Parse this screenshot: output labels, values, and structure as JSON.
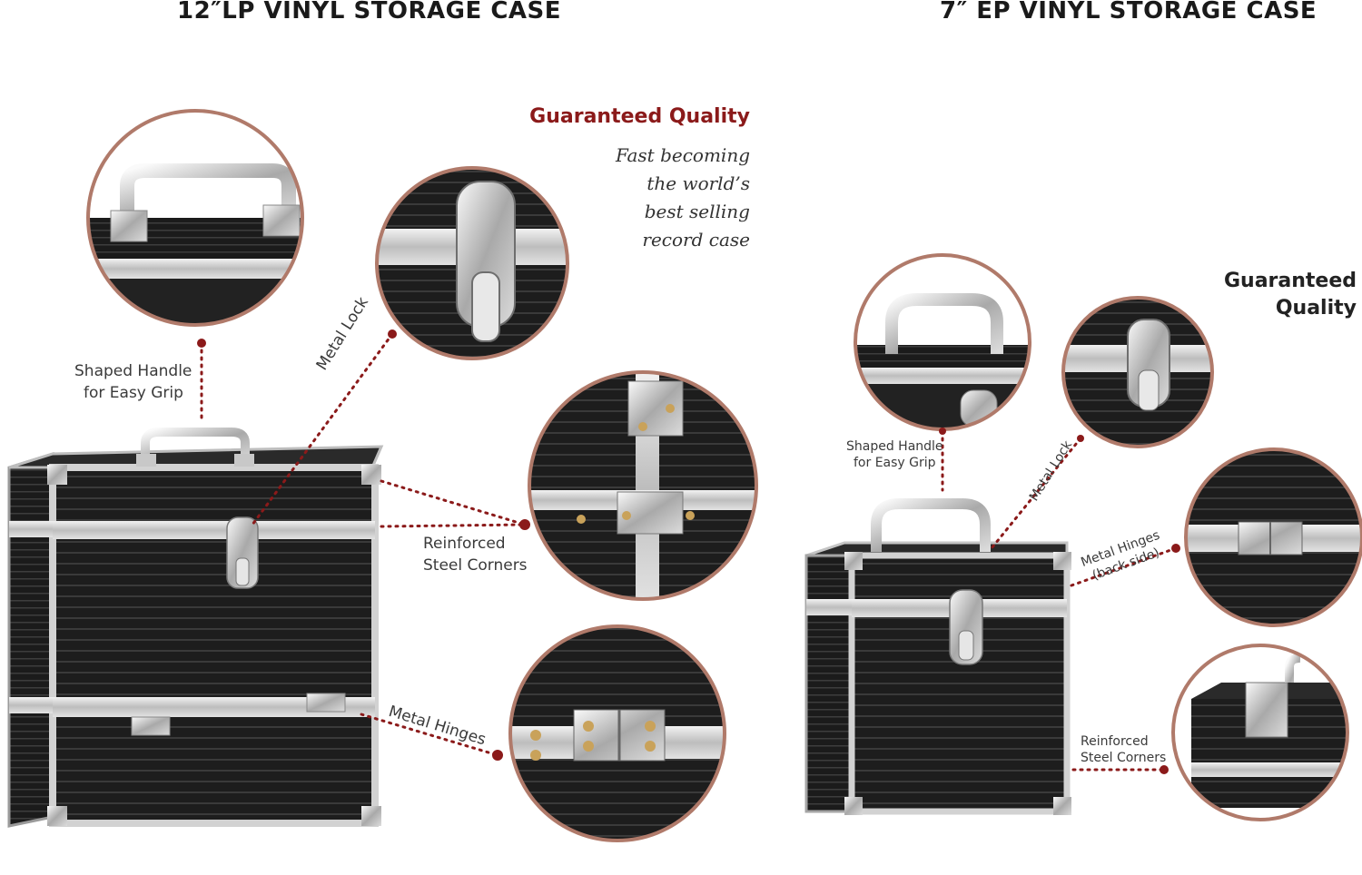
{
  "lp": {
    "title": "12″LP VINYL STORAGE CASE",
    "quality_heading": "Guaranteed Quality",
    "tagline": [
      "Fast becoming",
      "the world’s",
      "best selling",
      "record case"
    ],
    "callouts": {
      "handle": [
        "Shaped Handle",
        "for Easy Grip"
      ],
      "lock": "Metal Lock",
      "corners": [
        "Reinforced",
        "Steel Corners"
      ],
      "hinges": "Metal Hinges"
    }
  },
  "ep": {
    "title": "7″ EP VINYL STORAGE CASE",
    "quality_heading": [
      "Guaranteed",
      "Quality"
    ],
    "callouts": {
      "handle": [
        "Shaped Handle",
        "for Easy Grip"
      ],
      "lock": "Metal Lock",
      "hinges": [
        "Metal Hinges",
        "(back side)"
      ],
      "corners": [
        "Reinforced",
        "Steel Corners"
      ]
    }
  },
  "colors": {
    "accent": "#8b1a1a",
    "ring": "#b07a6a",
    "case_black": "#1c1c1c",
    "frame_silver": "#c9c9c9"
  }
}
